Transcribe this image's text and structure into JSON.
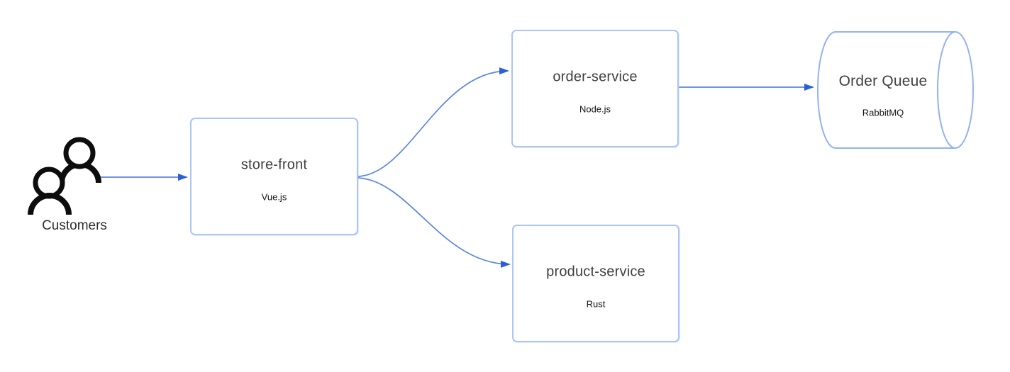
{
  "diagram": {
    "background_color": "#ffffff",
    "box_border_color": "#aac5f6",
    "cylinder_border_color": "#93b2ef",
    "arrow_line_color": "#5c84e4",
    "arrowhead_color": "#2b5fd9",
    "nodes": [
      {
        "id": "customers",
        "type": "actor",
        "label": "Customers",
        "icon": "people-icon"
      },
      {
        "id": "store-front",
        "type": "service",
        "label": "store-front",
        "tech": "Vue.js"
      },
      {
        "id": "order-service",
        "type": "service",
        "label": "order-service",
        "tech": "Node.js"
      },
      {
        "id": "product-service",
        "type": "service",
        "label": "product-service",
        "tech": "Rust"
      },
      {
        "id": "order-queue",
        "type": "queue-cylinder",
        "label": "Order Queue",
        "tech": "RabbitMQ"
      }
    ],
    "edges": [
      {
        "from": "customers",
        "to": "store-front",
        "style": "straight"
      },
      {
        "from": "store-front",
        "to": "order-service",
        "style": "curved"
      },
      {
        "from": "store-front",
        "to": "product-service",
        "style": "curved"
      },
      {
        "from": "order-service",
        "to": "order-queue",
        "style": "straight"
      }
    ]
  }
}
